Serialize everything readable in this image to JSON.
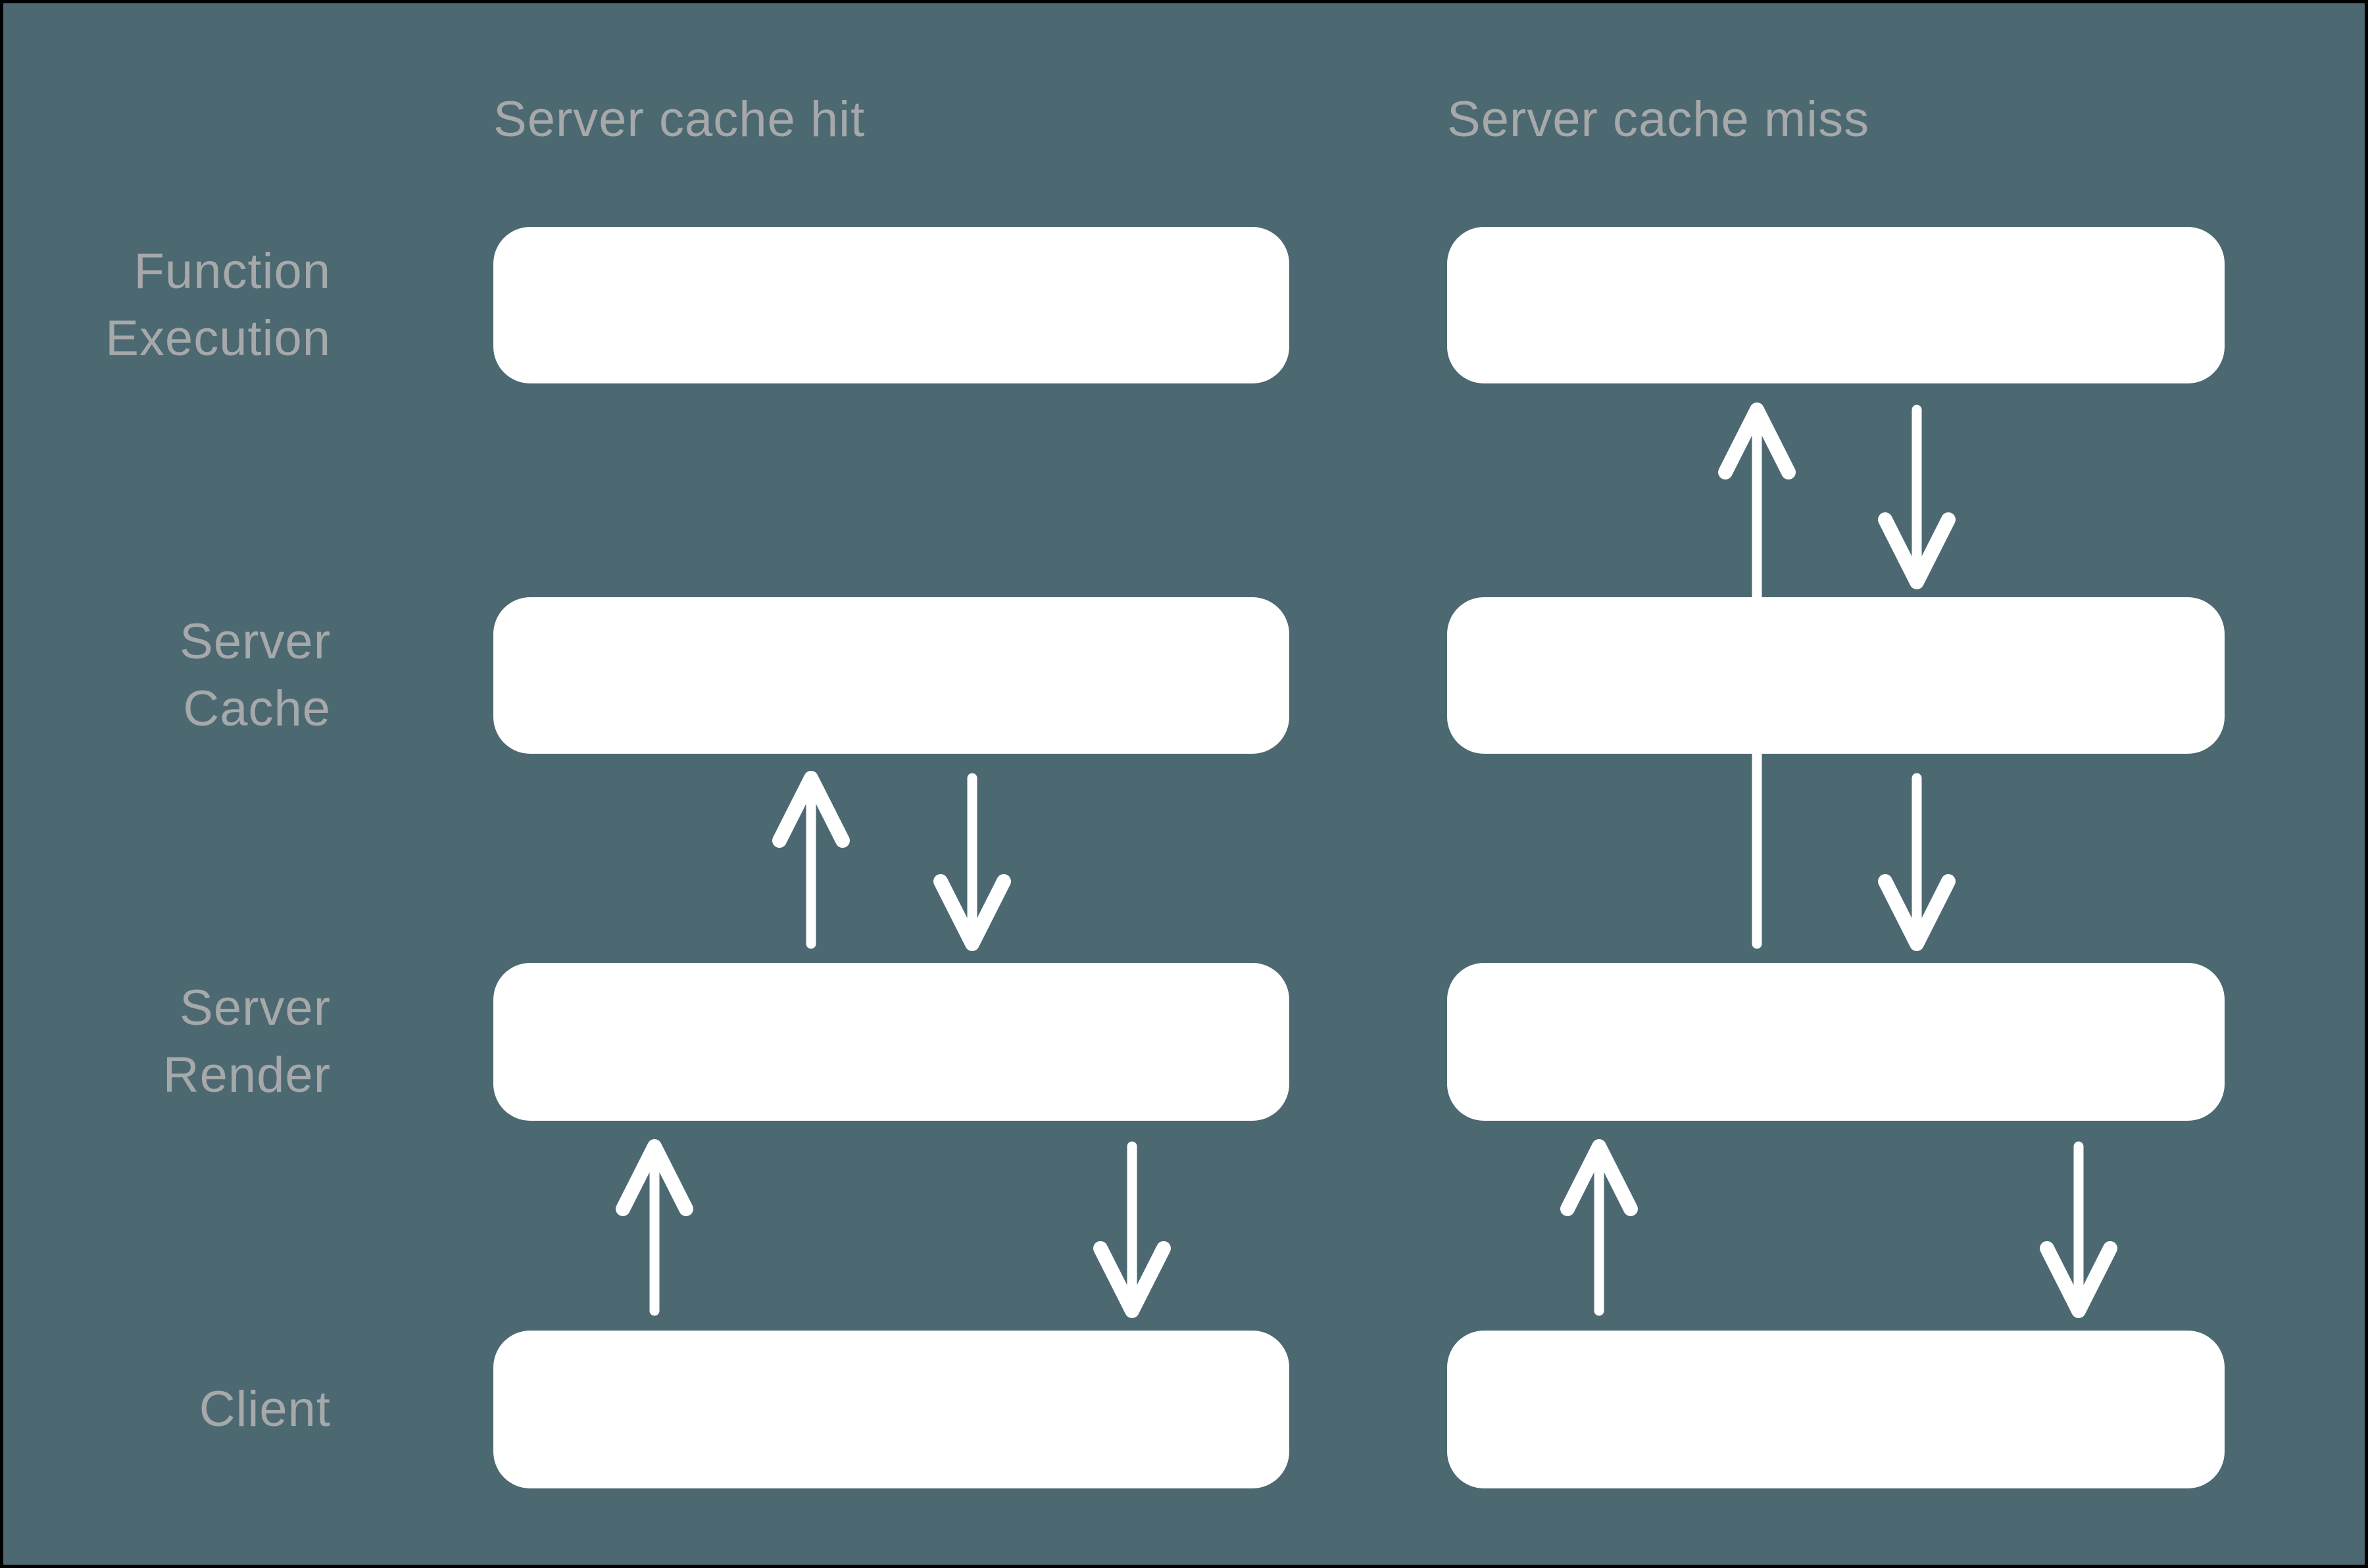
{
  "colors": {
    "background": "#4C6972",
    "box_fill": "#FFFFFF",
    "label_text": "#A6A8AA",
    "arrow": "#FFFFFF",
    "frame_border": "#000000"
  },
  "columns": [
    {
      "id": "hit",
      "header": "Server cache hit"
    },
    {
      "id": "miss",
      "header": "Server cache miss"
    }
  ],
  "rows": [
    {
      "id": "function-execution",
      "line1": "Function",
      "line2": "Execution"
    },
    {
      "id": "server-cache",
      "line1": "Server",
      "line2": "Cache"
    },
    {
      "id": "server-render",
      "line1": "Server",
      "line2": "Render"
    },
    {
      "id": "client",
      "line1": "Client",
      "line2": ""
    }
  ]
}
